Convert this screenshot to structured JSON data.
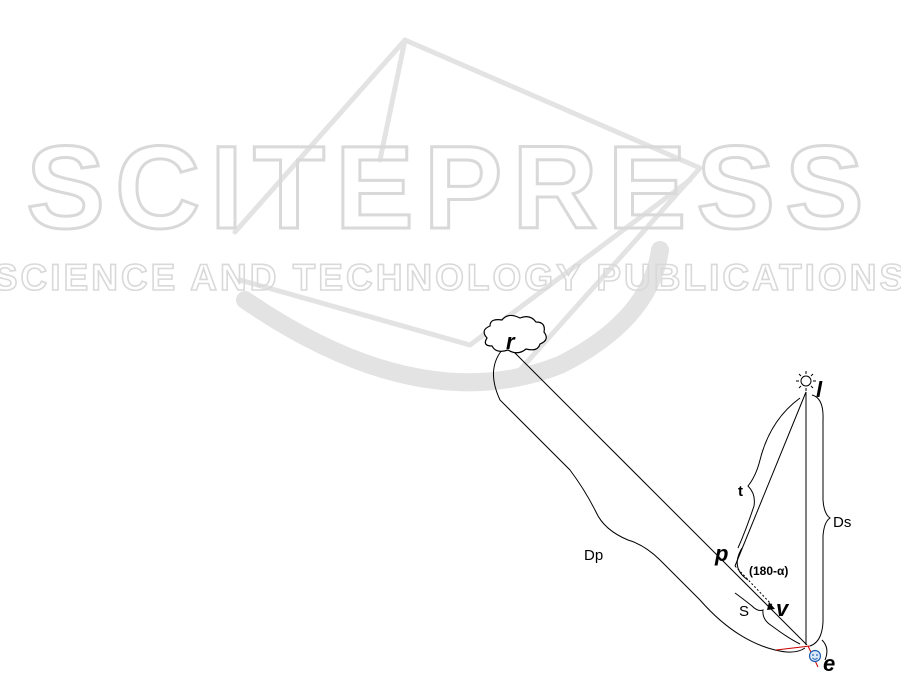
{
  "watermark": {
    "title": "SCITEPRESS",
    "subtitle": "SCIENCE AND TECHNOLOGY PUBLICATIONS"
  },
  "diagram": {
    "points": {
      "r": "r",
      "l": "l",
      "p": "p",
      "v": "v",
      "e": "e"
    },
    "labels": {
      "t": "t",
      "ds": "Ds",
      "dp": "Dp",
      "s": "S",
      "angle": "(180-α)"
    },
    "icons": {
      "reflector": "cloud-icon",
      "light": "sun-icon",
      "eye": "smiley-icon"
    },
    "colors": {
      "line": "#000000",
      "eye_line": "#cc0000",
      "eye_icon": "#1e5fb4",
      "watermark": "#d9d9d9"
    }
  }
}
